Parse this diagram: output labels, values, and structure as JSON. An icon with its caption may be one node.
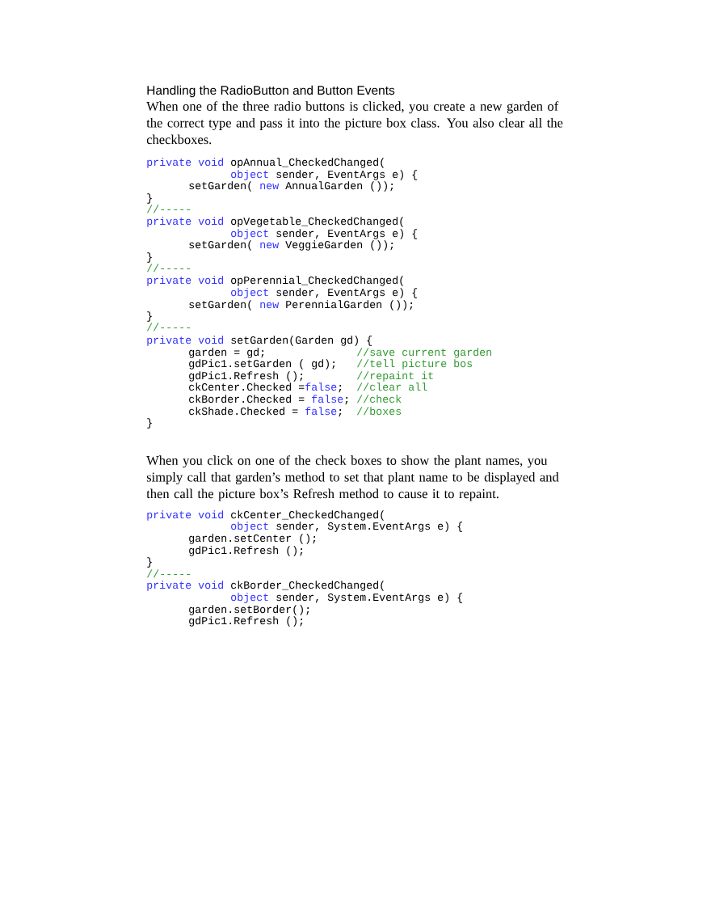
{
  "diagram": {
    "title": "Handling the RadioButton and Button Events",
    "labels": [
      "When one of the three radio buttons is clicked, you create a new garden of the correct type and pass it into the picture box class. You also clear all the checkboxes.",
      "private void",
      "opAnnual_CheckedChanged(",
      "object",
      "sender, EventArgs e) {",
      "setGarden(",
      "new",
      "AnnualGarden ());",
      "}",
      "//-----",
      "private void",
      "opVegetable_CheckedChanged(",
      "object",
      "sender, EventArgs e) {",
      "setGarden(",
      "new",
      "VeggieGarden ());",
      "}",
      "//-----",
      "private void",
      "opPerennial_CheckedChanged(",
      "object",
      "sender, EventArgs e) {",
      "setGarden(",
      "new",
      "PerennialGarden ());",
      "}",
      "//-----",
      "private void",
      "setGarden(Garden gd) {",
      "garden = gd;",
      "//save current garden",
      "gdPic1.setGarden ( gd);",
      "//tell picture bos",
      "gdPic1.Refresh ();",
      "//repaint it",
      "ckCenter.Checked =",
      "false",
      ";",
      "//clear all",
      "ckBorder.Checked =",
      "false",
      ";",
      "//check",
      "ckShade.Checked =",
      "false",
      ";",
      "//boxes",
      "}",
      "When you click on one of the check boxes to show the plant names, you simply call that garden’s method to set that plant name to be displayed and then call the picture box’s Refresh method to cause it to repaint.",
      "private void",
      "ckCenter_CheckedChanged(",
      "object",
      "sender, System.EventArgs e) {",
      "garden.setCenter ();",
      "gdPic1.Refresh ();",
      "}",
      "//-----",
      "private void",
      "ckBorder_CheckedChanged(",
      "object",
      "sender, System.EventArgs e) {",
      "garden.setBorder();",
      "gdPic1.Refresh ();"
    ]
  }
}
